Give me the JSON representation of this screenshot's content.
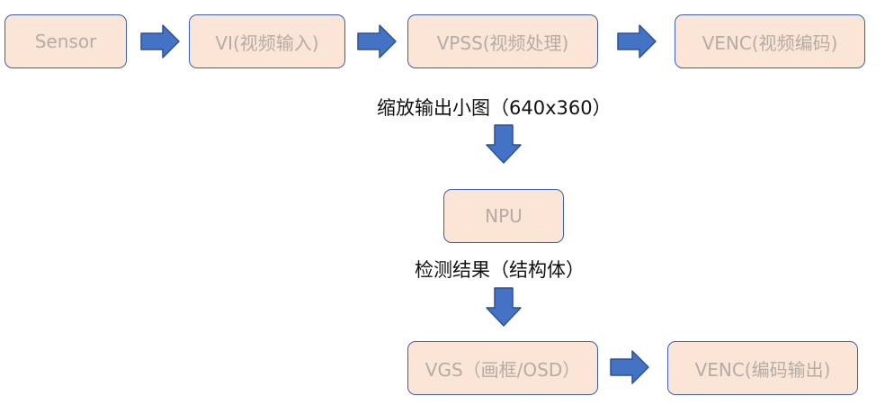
{
  "nodes": {
    "sensor": "Sensor",
    "vi": "VI(视频输入)",
    "vpss": "VPSS(视频处理)",
    "venc": "VENC(视频编码)",
    "npu": "NPU",
    "vgs": "VGS（画框/OSD）",
    "venc_out": "VENC(编码输出)"
  },
  "labels": {
    "resize": "缩放输出小图（640x360）",
    "detect": "检测结果（结构体）"
  },
  "colors": {
    "box_fill": "#fbe5d6",
    "box_border": "#3f5faa",
    "box_text": "#b5aca6",
    "arrow_fill": "#4472c4",
    "label_text": "#111111"
  }
}
